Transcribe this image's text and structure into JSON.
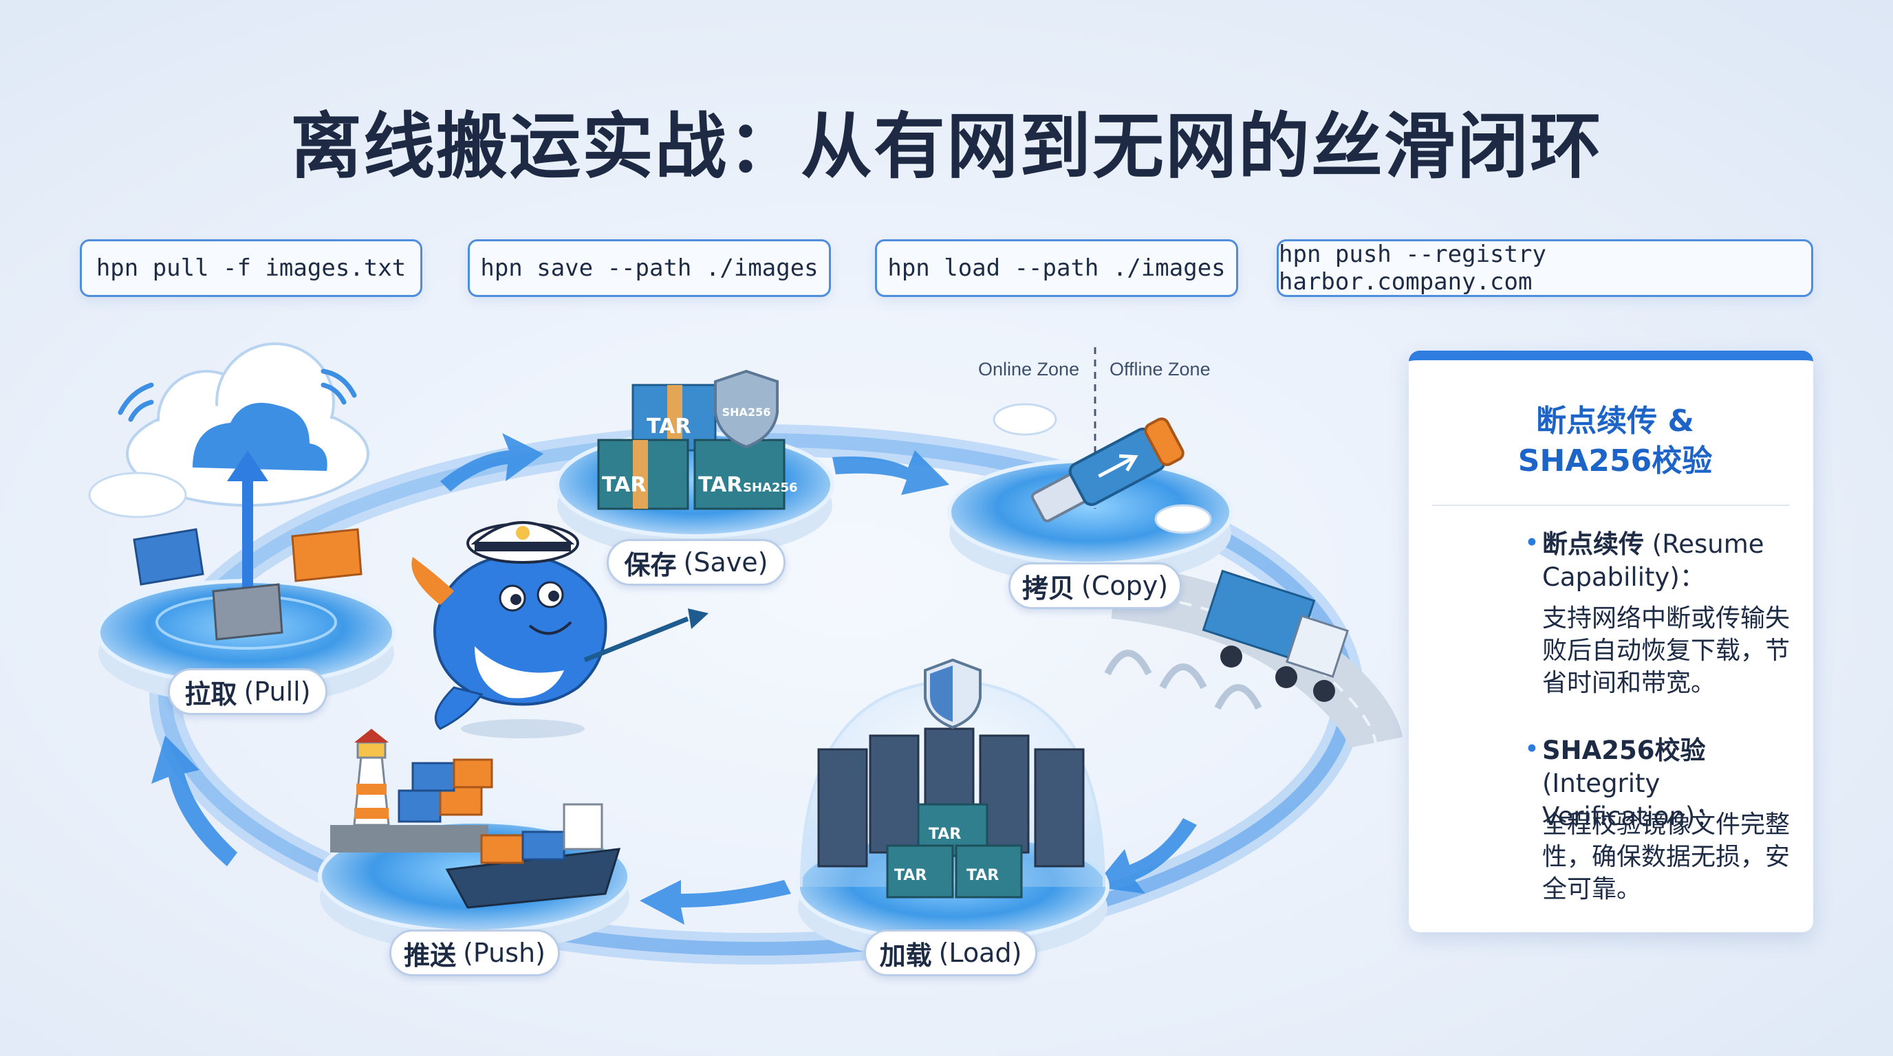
{
  "title": "离线搬运实战：从有网到无网的丝滑闭环",
  "commands": [
    "hpn pull -f images.txt",
    "hpn save --path ./images",
    "hpn load --path ./images",
    "hpn push --registry harbor.company.com"
  ],
  "stages": {
    "pull": {
      "cn": "拉取",
      "en": "(Pull)"
    },
    "save": {
      "cn": "保存",
      "en": "(Save)"
    },
    "copy": {
      "cn": "拷贝",
      "en": "(Copy)"
    },
    "load": {
      "cn": "加载",
      "en": "(Load)"
    },
    "push": {
      "cn": "推送",
      "en": "(Push)"
    }
  },
  "zones": {
    "online": "Online Zone",
    "offline": "Offline Zone"
  },
  "graphic_text": {
    "tar": "TAR",
    "sha": "SHA256"
  },
  "panel": {
    "title_line1": "断点续传 &",
    "title_line2": "SHA256校验",
    "features": [
      {
        "name": "断点续传",
        "en_line1": "(Resume",
        "en_line2": "Capability)：",
        "desc": [
          "支持网络中断或传输失",
          "败后自动恢复下载，节",
          "省时间和带宽。"
        ]
      },
      {
        "name": "SHA256校验",
        "en_line1": "(Integrity",
        "en_line2": "Verification)：",
        "desc": [
          "全程校验镜像文件完整",
          "性，确保数据无损，安",
          "全可靠。"
        ]
      }
    ]
  },
  "colors": {
    "accent": "#2f7de0",
    "title": "#1e2a44",
    "container_orange": "#f0892e",
    "container_blue": "#3a7fd0",
    "check_green": "#2db36b"
  }
}
